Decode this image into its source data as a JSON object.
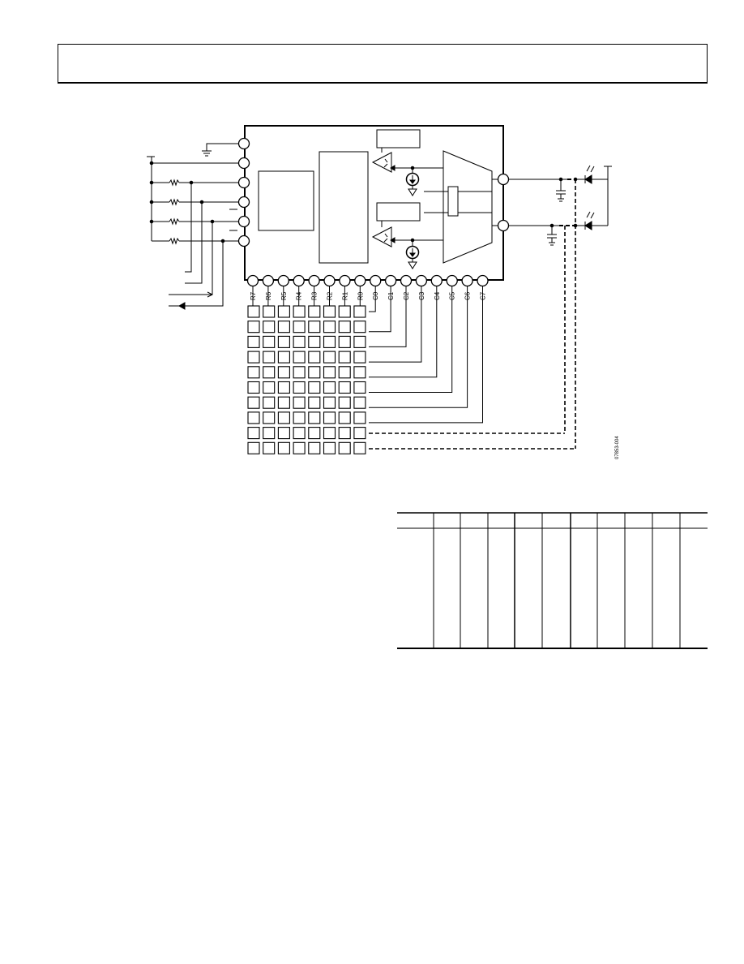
{
  "diagram": {
    "row_labels": [
      "R7",
      "R6",
      "R5",
      "R4",
      "R3",
      "R2",
      "R1",
      "R0"
    ],
    "col_labels": [
      "C0",
      "C1",
      "C2",
      "C3",
      "C4",
      "C5",
      "C6",
      "C7"
    ],
    "figure_id": "07853-004"
  }
}
